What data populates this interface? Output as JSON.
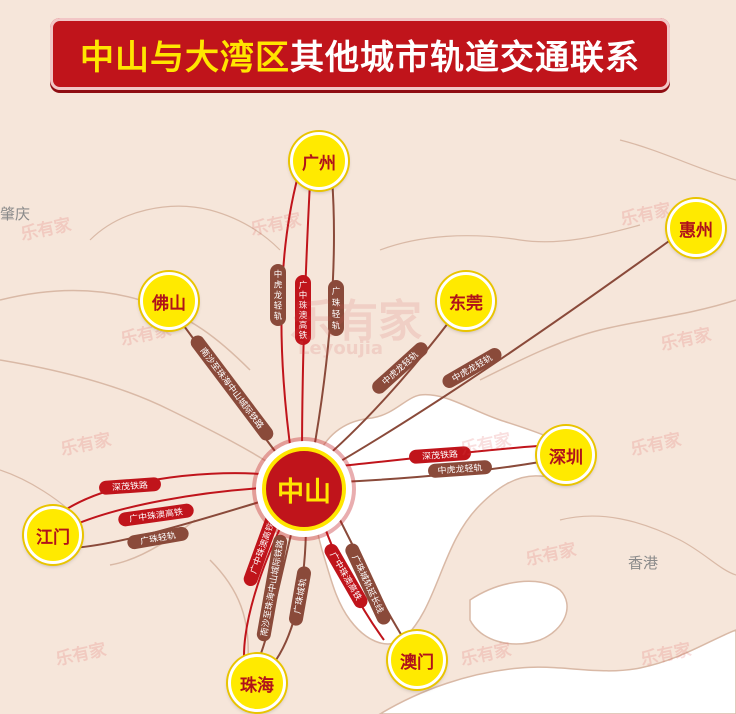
{
  "title": {
    "highlight": "中山与大湾区",
    "rest": "其他城市轨道交通联系"
  },
  "hub": {
    "name": "中山"
  },
  "cities": {
    "guangzhou": "广州",
    "foshan": "佛山",
    "dongguan": "东莞",
    "huizhou": "惠州",
    "shenzhen": "深圳",
    "jiangmen": "江门",
    "zhuhai": "珠海",
    "macau": "澳门"
  },
  "places": {
    "zhaoqing": "肇庆",
    "hongkong": "香港"
  },
  "routes": [
    {
      "id": "gz-1",
      "label": "中虎龙轻轨",
      "line_color": "#c0141b",
      "pill_color": "#8a4a3a"
    },
    {
      "id": "gz-2",
      "label": "广中珠澳高铁",
      "line_color": "#c0141b",
      "pill_color": "#c0141b"
    },
    {
      "id": "gz-3",
      "label": "广珠轻轨",
      "line_color": "#8a4a3a",
      "pill_color": "#8a4a3a"
    },
    {
      "id": "fs-1",
      "label": "南沙至珠海中山城际铁路",
      "line_color": "#8a4a3a",
      "pill_color": "#8a4a3a"
    },
    {
      "id": "dg-1",
      "label": "中虎龙轻轨",
      "line_color": "#8a4a3a",
      "pill_color": "#8a4a3a"
    },
    {
      "id": "hz-1",
      "label": "中虎龙轻轨",
      "line_color": "#8a4a3a",
      "pill_color": "#8a4a3a"
    },
    {
      "id": "sz-1",
      "label": "深茂铁路",
      "line_color": "#c0141b",
      "pill_color": "#c0141b"
    },
    {
      "id": "sz-2",
      "label": "中虎龙轻轨",
      "line_color": "#8a4a3a",
      "pill_color": "#8a4a3a"
    },
    {
      "id": "jm-1",
      "label": "深茂铁路",
      "line_color": "#c0141b",
      "pill_color": "#c0141b"
    },
    {
      "id": "jm-2",
      "label": "广中珠澳高铁",
      "line_color": "#c0141b",
      "pill_color": "#c0141b"
    },
    {
      "id": "jm-3",
      "label": "广珠轻轨",
      "line_color": "#8a4a3a",
      "pill_color": "#8a4a3a"
    },
    {
      "id": "zh-1",
      "label": "广中珠澳高铁",
      "line_color": "#c0141b",
      "pill_color": "#c0141b"
    },
    {
      "id": "zh-2",
      "label": "南沙至珠海中山城际铁路",
      "line_color": "#8a4a3a",
      "pill_color": "#8a4a3a"
    },
    {
      "id": "zh-3",
      "label": "广珠城轨",
      "line_color": "#8a4a3a",
      "pill_color": "#8a4a3a"
    },
    {
      "id": "mo-1",
      "label": "广珠城轨延长线",
      "line_color": "#8a4a3a",
      "pill_color": "#8a4a3a"
    },
    {
      "id": "mo-2",
      "label": "广中珠澳高铁",
      "line_color": "#c0141b",
      "pill_color": "#c0141b"
    }
  ],
  "watermark": {
    "text": "乐有家",
    "latin": "Leyoujia"
  },
  "colors": {
    "land": "#f6e6da",
    "water": "#ffffff",
    "coast": "#d9b9a6",
    "red": "#c0141b",
    "brown": "#8a4a3a",
    "yellow": "#ffea00"
  }
}
